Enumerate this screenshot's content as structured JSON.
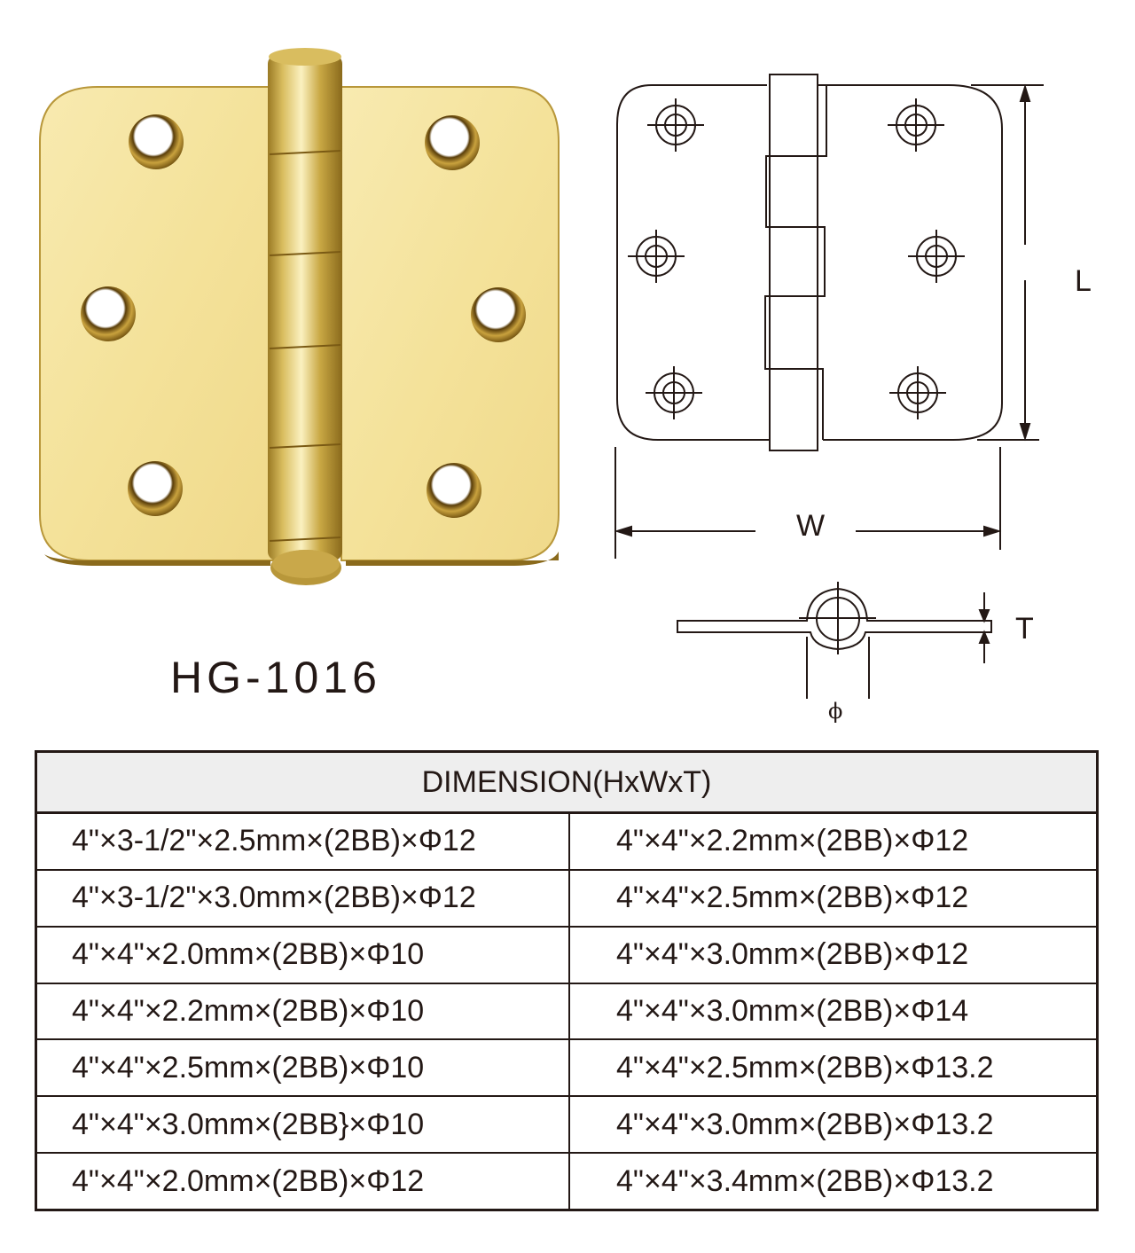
{
  "product": {
    "model": "HG-1016",
    "finish_colors": {
      "brass_light": "#f6e7a8",
      "brass_mid": "#e4c86a",
      "brass_dark": "#8a6a1c",
      "line": "#231815"
    }
  },
  "drawing": {
    "front_view": {
      "dimension_length_label": "L",
      "dimension_width_label": "W"
    },
    "section_view": {
      "thickness_label": "T",
      "pin_diameter_label": "ϕ"
    }
  },
  "table": {
    "header": "DIMENSION(HxWxT)",
    "rows": [
      {
        "left": "4\"×3-1/2\"×2.5mm×(2BB)×Φ12",
        "right": "4\"×4\"×2.2mm×(2BB)×Φ12"
      },
      {
        "left": "4\"×3-1/2\"×3.0mm×(2BB)×Φ12",
        "right": "4\"×4\"×2.5mm×(2BB)×Φ12"
      },
      {
        "left": "4\"×4\"×2.0mm×(2BB)×Φ10",
        "right": "4\"×4\"×3.0mm×(2BB)×Φ12"
      },
      {
        "left": "4\"×4\"×2.2mm×(2BB)×Φ10",
        "right": "4\"×4\"×3.0mm×(2BB)×Φ14"
      },
      {
        "left": "4\"×4\"×2.5mm×(2BB)×Φ10",
        "right": "4\"×4\"×2.5mm×(2BB)×Φ13.2"
      },
      {
        "left": "4\"×4\"×3.0mm×(2BB}×Φ10",
        "right": "4\"×4\"×3.0mm×(2BB)×Φ13.2"
      },
      {
        "left": "4\"×4\"×2.0mm×(2BB)×Φ12",
        "right": "4\"×4\"×3.4mm×(2BB)×Φ13.2"
      }
    ]
  }
}
